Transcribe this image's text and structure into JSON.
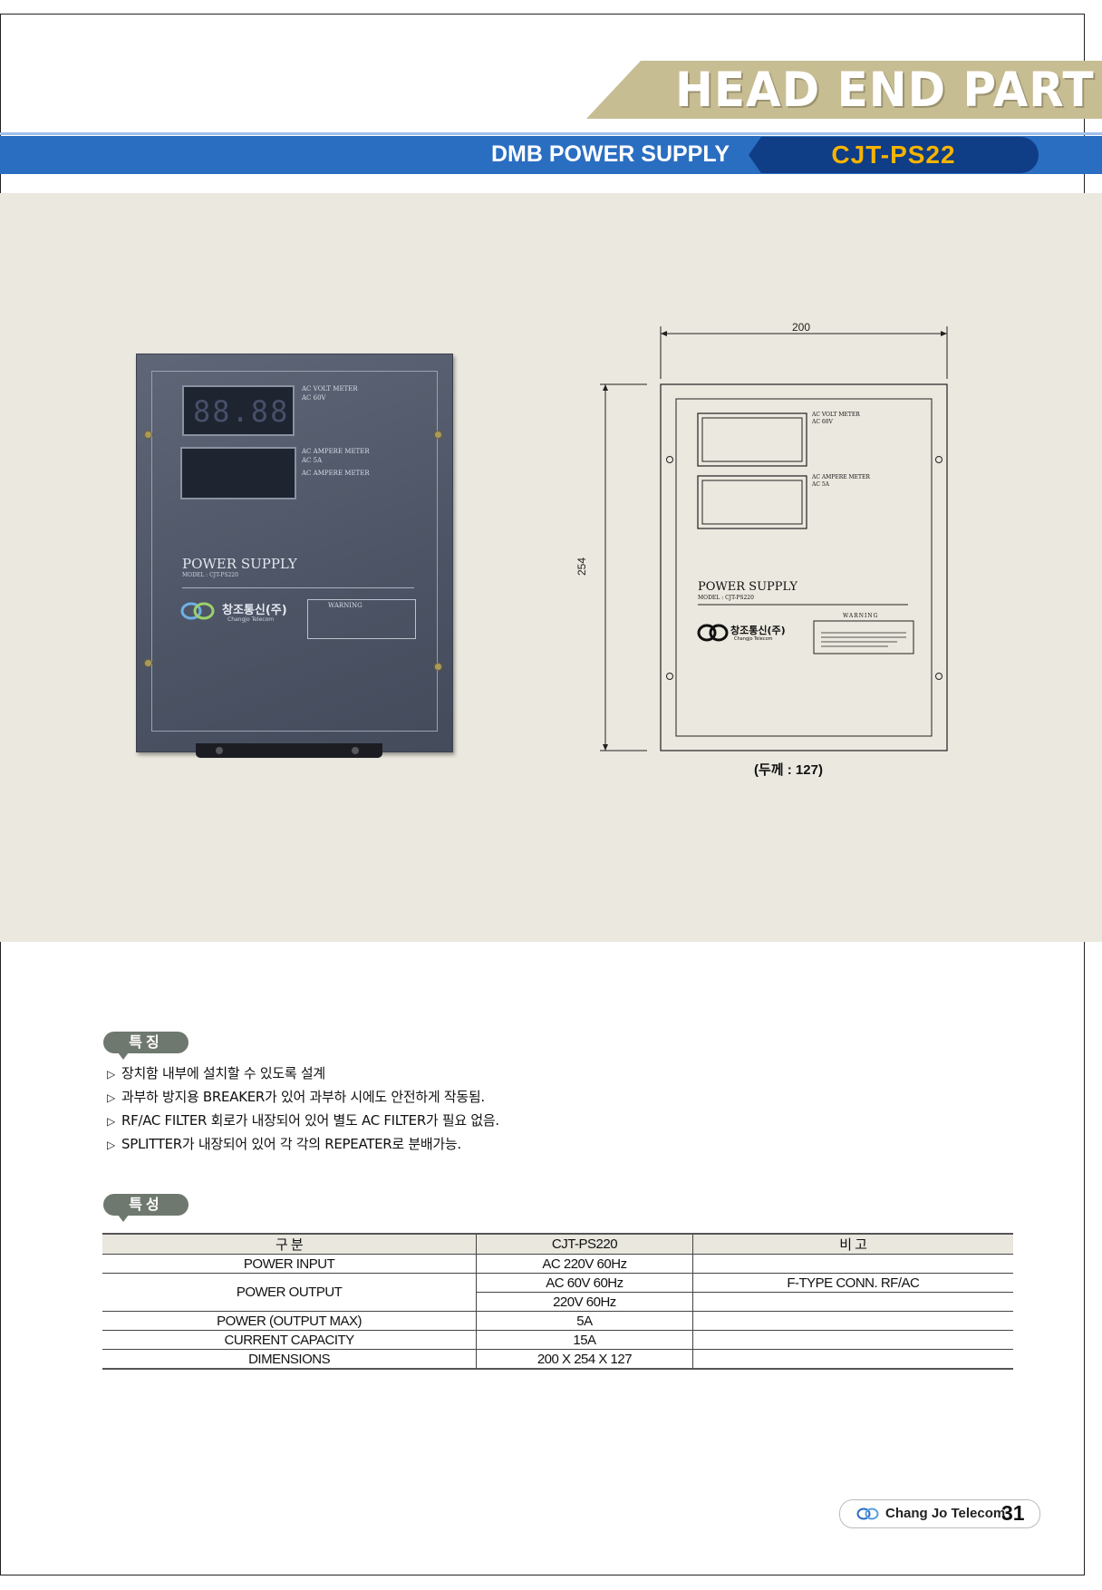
{
  "header": {
    "section_title": "HEAD END PART",
    "product_name": "DMB POWER SUPPLY",
    "model": "CJT-PS22"
  },
  "device": {
    "volt_meter_label": "AC VOLT METER",
    "volt_meter_sub": "AC 60V",
    "ampere_meter_label": "AC AMPERE METER",
    "ampere_meter_sub": "AC 5A",
    "ampere_meter_label_2": "AC AMPERE METER",
    "panel_title": "POWER SUPPLY",
    "panel_model": "MODEL : CJT-PS220",
    "brand_korean": "창조통신(주)",
    "brand_english": "Changjo Telecom",
    "warning_title": "WARNING",
    "lcd_digits": "88.88"
  },
  "drawing": {
    "width_label": "200",
    "height_label": "254",
    "thickness_label": "(두께 : 127)",
    "volt_meter_label": "AC VOLT METER",
    "volt_meter_sub": "AC 60V",
    "ampere_meter_label": "AC AMPERE METER",
    "ampere_meter_sub": "AC 5A",
    "panel_title": "POWER SUPPLY",
    "panel_model": "MODEL : CJT-PS220",
    "brand_korean": "창조통신(주)",
    "brand_english": "Changjo Telecom",
    "warning_title": "WARNING"
  },
  "features": {
    "tag": "특징",
    "items": [
      "장치함 내부에 설치할 수 있도록 설계",
      "과부하 방지용 BREAKER가 있어 과부하 시에도 안전하게 작동됨.",
      "RF/AC FILTER 회로가 내장되어 있어 별도 AC FILTER가 필요 없음.",
      "SPLITTER가 내장되어 있어 각 각의 REPEATER로 분배가능."
    ]
  },
  "specs": {
    "tag": "특성",
    "headers": [
      "구 분",
      "CJT-PS220",
      "비 고"
    ],
    "rows": {
      "power_input": {
        "label": "POWER INPUT",
        "value": "AC 220V 60Hz"
      },
      "power_output": {
        "label": "POWER OUTPUT",
        "value_1": "AC 60V 60Hz",
        "value_2": "220V 60Hz",
        "note": "F-TYPE CONN. RF/AC"
      },
      "power_max": {
        "label": "POWER (OUTPUT MAX)",
        "value": "5A"
      },
      "current_capacity": {
        "label": "CURRENT CAPACITY",
        "value": "15A"
      },
      "dimensions": {
        "label": "DIMENSIONS",
        "value": "200 X 254 X 127"
      }
    }
  },
  "footer": {
    "brand": "Chang Jo Telecom",
    "page_number": "31",
    "logo_color": "#2a6ec2"
  },
  "colors": {
    "banner_gold": "#c7bd93",
    "bar_blue": "#2a6ec2",
    "pill_navy": "#0f3d86",
    "model_yellow": "#f6b400",
    "panel_beige": "#ebe8df",
    "tag_gray": "#6f786f"
  }
}
